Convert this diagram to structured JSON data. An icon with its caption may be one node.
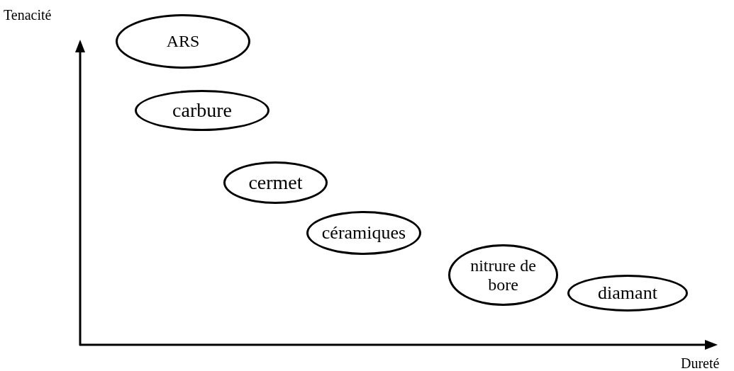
{
  "diagram": {
    "nodes": [
      {
        "text": [
          "ARS"
        ]
      },
      {
        "text": [
          "carbure"
        ]
      },
      {
        "text": [
          "cermet"
        ]
      },
      {
        "text": [
          "céramiques"
        ]
      },
      {
        "text": [
          "nitrure de bore"
        ]
      },
      {
        "text": [
          "diamant"
        ]
      }
    ],
    "labels": [
      "Tenacité",
      "Dureté"
    ]
  }
}
